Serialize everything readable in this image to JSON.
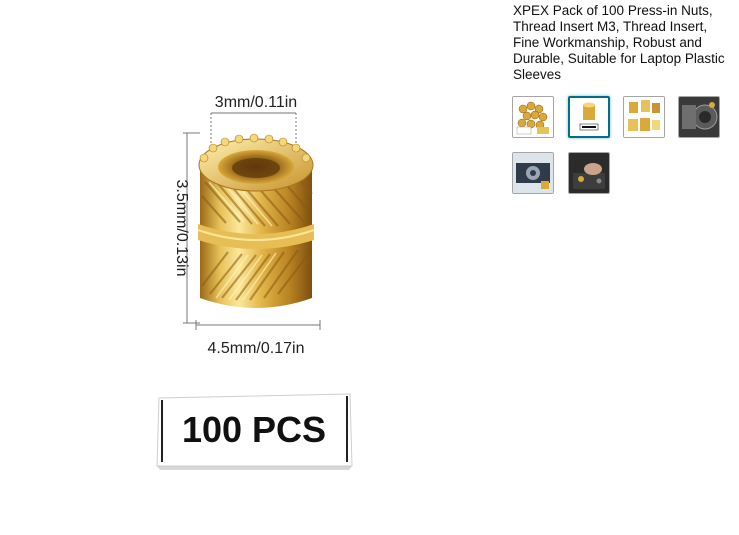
{
  "product": {
    "title": "XPEX Pack of 100 Press-in Nuts, Thread Insert M3, Thread Insert, Fine Workmanship, Robust and Durable, Suitable for Laptop Plastic Sleeves"
  },
  "main_image": {
    "dim_top": "3mm/0.11in",
    "dim_side": "3.5mm/0.13in",
    "dim_bottom": "4.5mm/0.17in",
    "badge": "100 PCS"
  },
  "thumbnails": [
    {
      "alt": "pile of brass inserts",
      "selected": false
    },
    {
      "alt": "insert with 100 PCS badge",
      "selected": true
    },
    {
      "alt": "brass inserts close-up",
      "selected": false
    },
    {
      "alt": "inserts in use on machinery",
      "selected": false
    },
    {
      "alt": "inserts on laptop part",
      "selected": false
    },
    {
      "alt": "hand installing insert",
      "selected": false
    }
  ],
  "colors": {
    "brass_light": "#f6e08a",
    "brass_mid": "#d9a93a",
    "brass_dark": "#8a5a12",
    "selected_border": "#007185"
  }
}
